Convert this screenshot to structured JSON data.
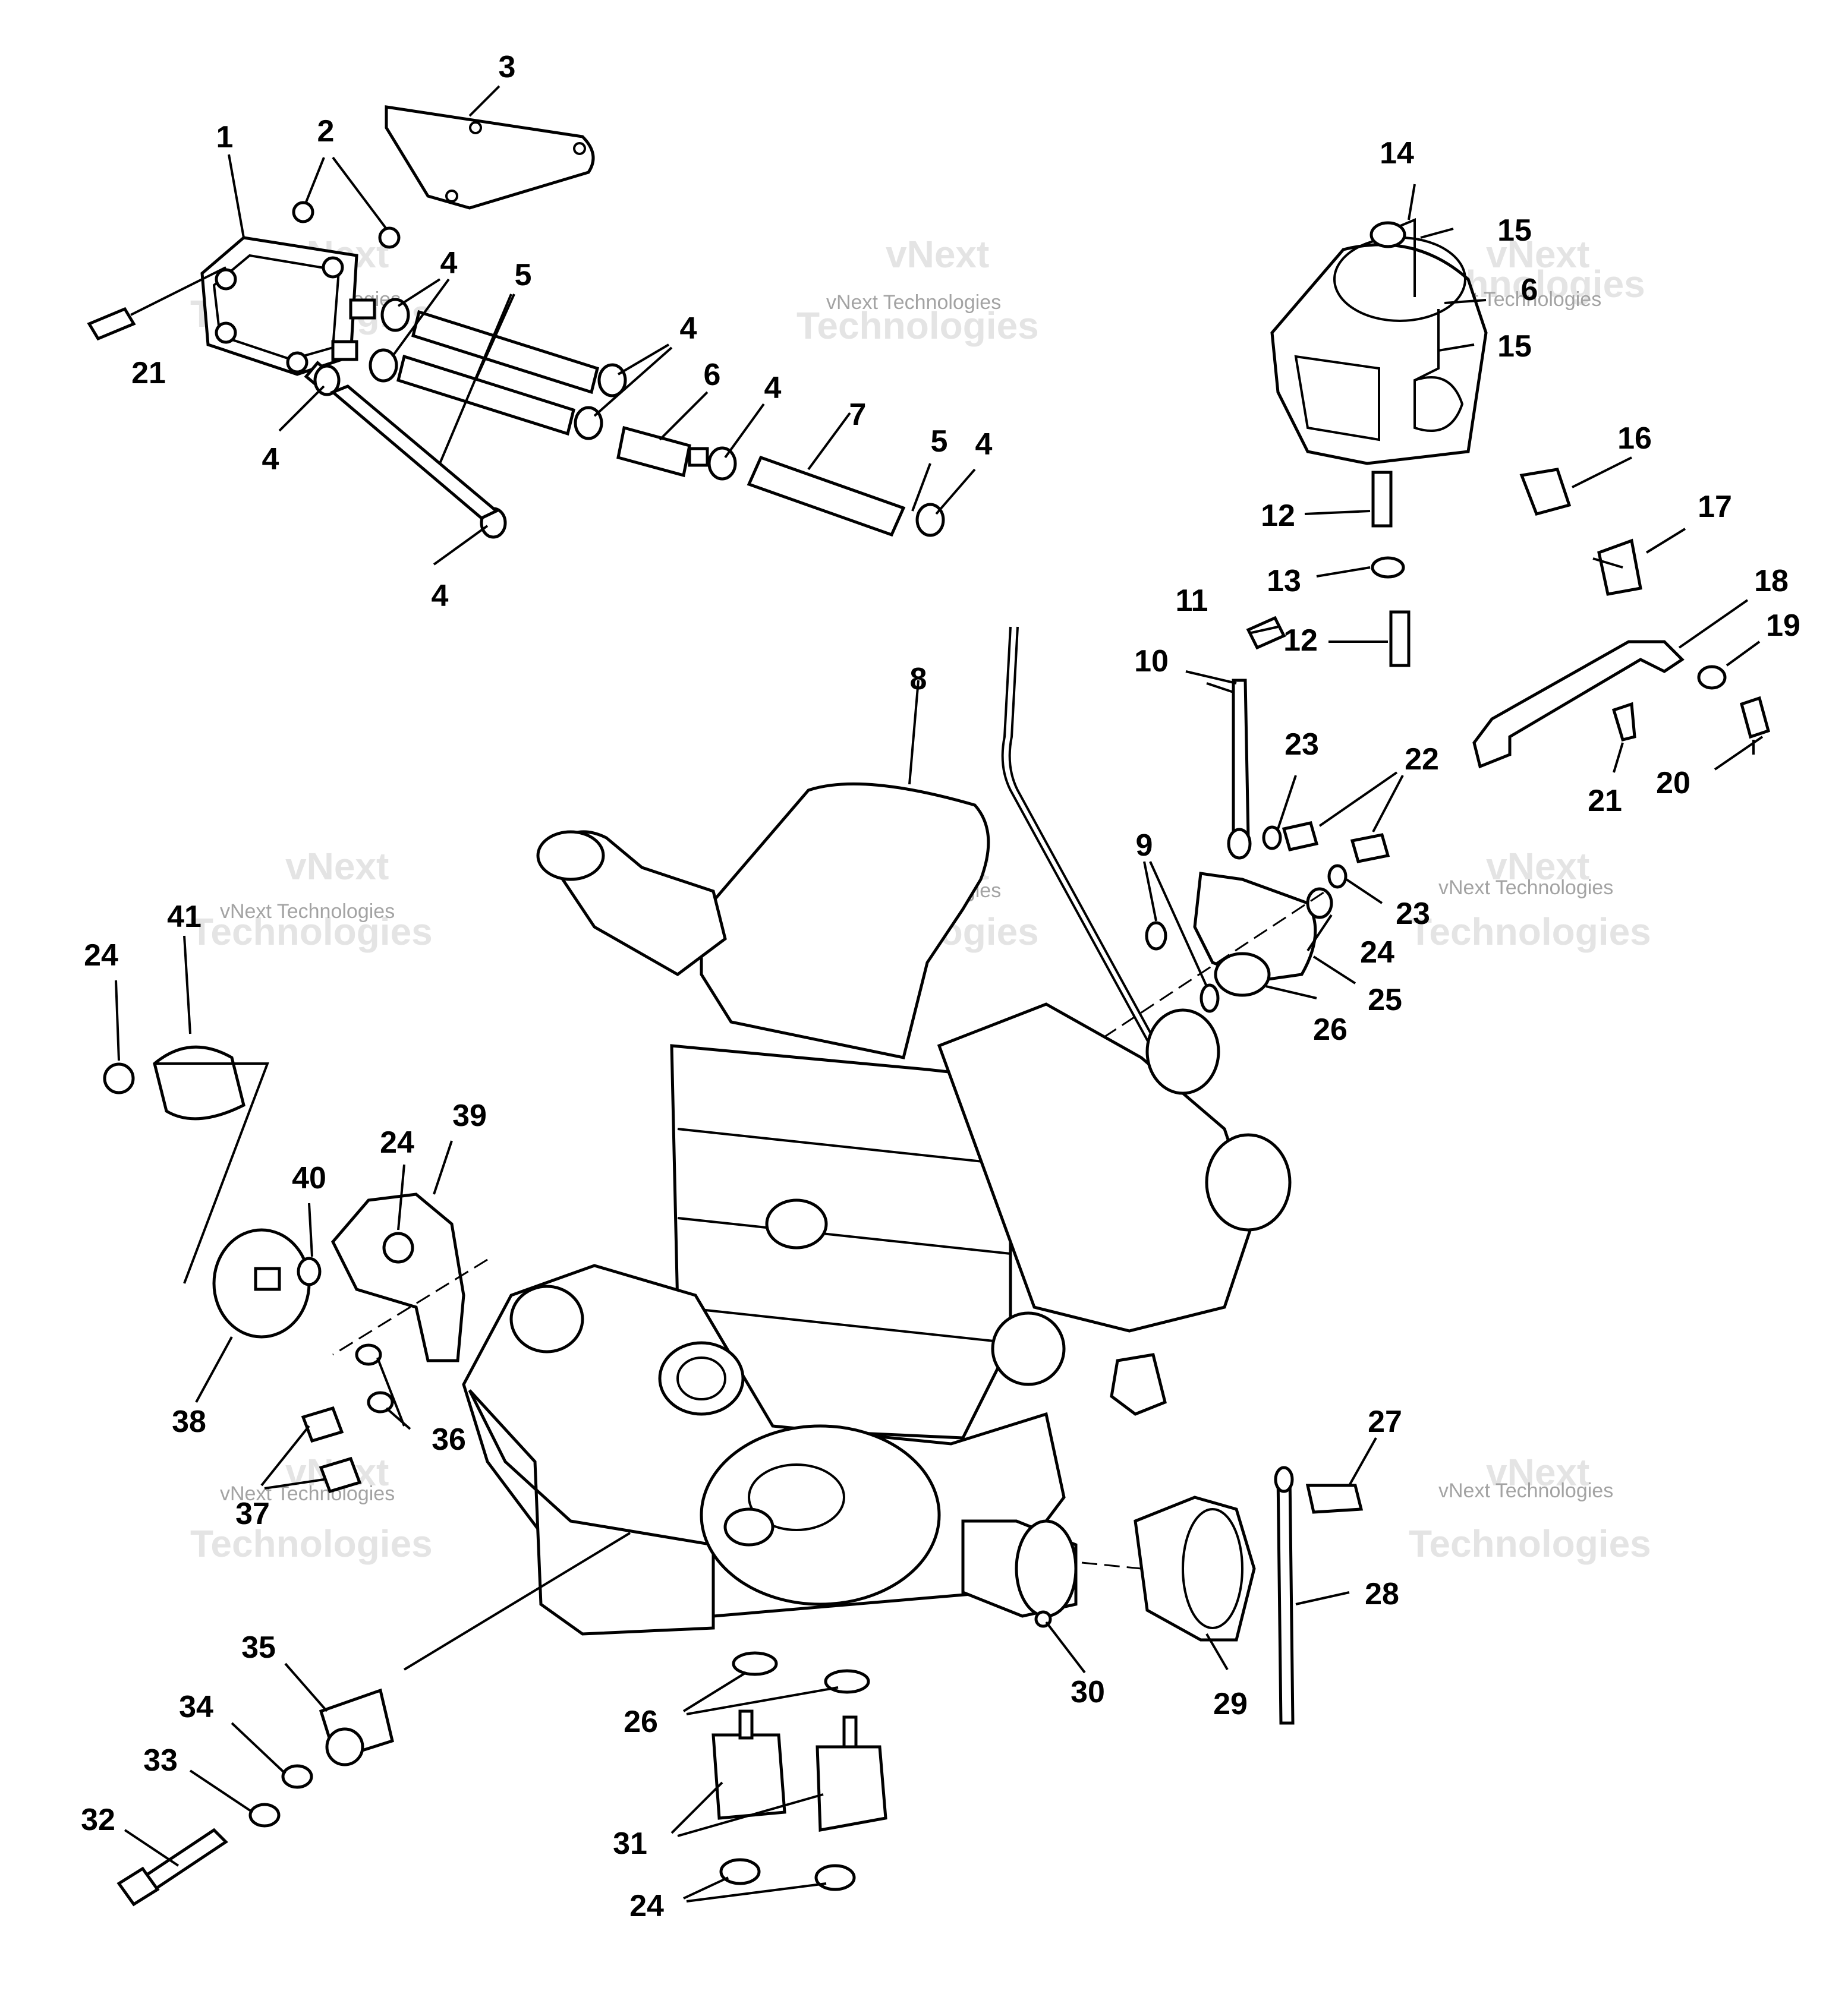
{
  "watermark": {
    "line1": "vNext",
    "line2": "Technologies",
    "small": "vNext Technologies"
  },
  "callouts": [
    {
      "id": "c1",
      "text": "1"
    },
    {
      "id": "c2",
      "text": "2"
    },
    {
      "id": "c3",
      "text": "3"
    },
    {
      "id": "c4a",
      "text": "4"
    },
    {
      "id": "c4b",
      "text": "4"
    },
    {
      "id": "c4c",
      "text": "4"
    },
    {
      "id": "c4d",
      "text": "4"
    },
    {
      "id": "c4e",
      "text": "4"
    },
    {
      "id": "c4f",
      "text": "4"
    },
    {
      "id": "c5a",
      "text": "5"
    },
    {
      "id": "c5b",
      "text": "5"
    },
    {
      "id": "c6a",
      "text": "6"
    },
    {
      "id": "c6b",
      "text": "6"
    },
    {
      "id": "c7",
      "text": "7"
    },
    {
      "id": "c8",
      "text": "8"
    },
    {
      "id": "c9",
      "text": "9"
    },
    {
      "id": "c10",
      "text": "10"
    },
    {
      "id": "c11",
      "text": "11"
    },
    {
      "id": "c12a",
      "text": "12"
    },
    {
      "id": "c12b",
      "text": "12"
    },
    {
      "id": "c13",
      "text": "13"
    },
    {
      "id": "c14",
      "text": "14"
    },
    {
      "id": "c15a",
      "text": "15"
    },
    {
      "id": "c15b",
      "text": "15"
    },
    {
      "id": "c16",
      "text": "16"
    },
    {
      "id": "c17",
      "text": "17"
    },
    {
      "id": "c18",
      "text": "18"
    },
    {
      "id": "c19",
      "text": "19"
    },
    {
      "id": "c20",
      "text": "20"
    },
    {
      "id": "c21a",
      "text": "21"
    },
    {
      "id": "c21b",
      "text": "21"
    },
    {
      "id": "c22",
      "text": "22"
    },
    {
      "id": "c23a",
      "text": "23"
    },
    {
      "id": "c23b",
      "text": "23"
    },
    {
      "id": "c24a",
      "text": "24"
    },
    {
      "id": "c24b",
      "text": "24"
    },
    {
      "id": "c24c",
      "text": "24"
    },
    {
      "id": "c24d",
      "text": "24"
    },
    {
      "id": "c25",
      "text": "25"
    },
    {
      "id": "c26a",
      "text": "26"
    },
    {
      "id": "c26b",
      "text": "26"
    },
    {
      "id": "c27",
      "text": "27"
    },
    {
      "id": "c28",
      "text": "28"
    },
    {
      "id": "c29",
      "text": "29"
    },
    {
      "id": "c30",
      "text": "30"
    },
    {
      "id": "c31",
      "text": "31"
    },
    {
      "id": "c32",
      "text": "32"
    },
    {
      "id": "c33",
      "text": "33"
    },
    {
      "id": "c34",
      "text": "34"
    },
    {
      "id": "c35",
      "text": "35"
    },
    {
      "id": "c36",
      "text": "36"
    },
    {
      "id": "c37",
      "text": "37"
    },
    {
      "id": "c38",
      "text": "38"
    },
    {
      "id": "c39",
      "text": "39"
    },
    {
      "id": "c40",
      "text": "40"
    },
    {
      "id": "c41",
      "text": "41"
    }
  ]
}
